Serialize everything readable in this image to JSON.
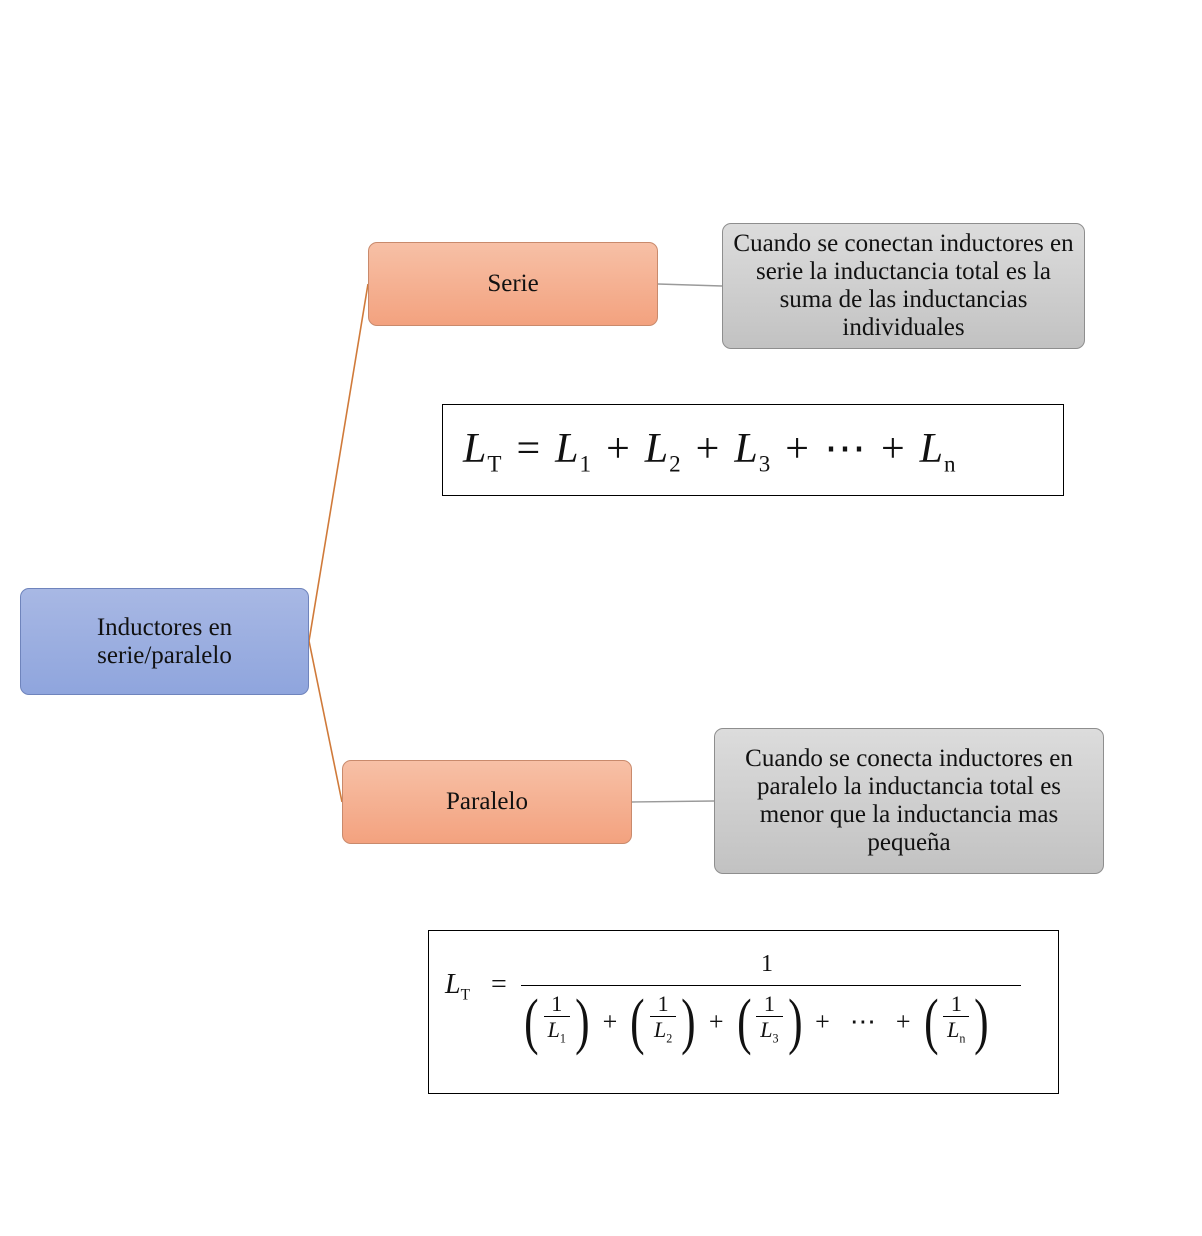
{
  "root": {
    "label": "Inductores en serie/paralelo"
  },
  "serie": {
    "label": "Serie",
    "description": "Cuando se conectan inductores en serie la inductancia total es la suma de las inductancias individuales"
  },
  "paralelo": {
    "label": "Paralelo",
    "description": "Cuando se conecta inductores en paralelo la inductancia total es menor que la inductancia mas pequeña"
  },
  "formula_serie": {
    "lhs": "L",
    "lhs_sub": "T",
    "eq": "=",
    "terms": [
      {
        "v": "L",
        "s": "1"
      },
      {
        "v": "L",
        "s": "2"
      },
      {
        "v": "L",
        "s": "3"
      },
      {
        "v": "⋯",
        "s": ""
      },
      {
        "v": "L",
        "s": "n"
      }
    ],
    "op": "+"
  },
  "formula_paralelo": {
    "lhs": "L",
    "lhs_sub": "T",
    "eq": "=",
    "numerator": "1",
    "terms": [
      {
        "v": "L",
        "s": "1"
      },
      {
        "v": "L",
        "s": "2"
      },
      {
        "v": "L",
        "s": "3"
      },
      {
        "v": "L",
        "s": "n"
      }
    ],
    "ellipsis": "⋯",
    "op": "+"
  },
  "colors": {
    "root_fill": "#8fa5dd",
    "branch_fill": "#f3a27f",
    "desc_fill": "#c8c8c8",
    "connector_orange": "#d07a3a",
    "connector_gray": "#9a9a9a"
  }
}
